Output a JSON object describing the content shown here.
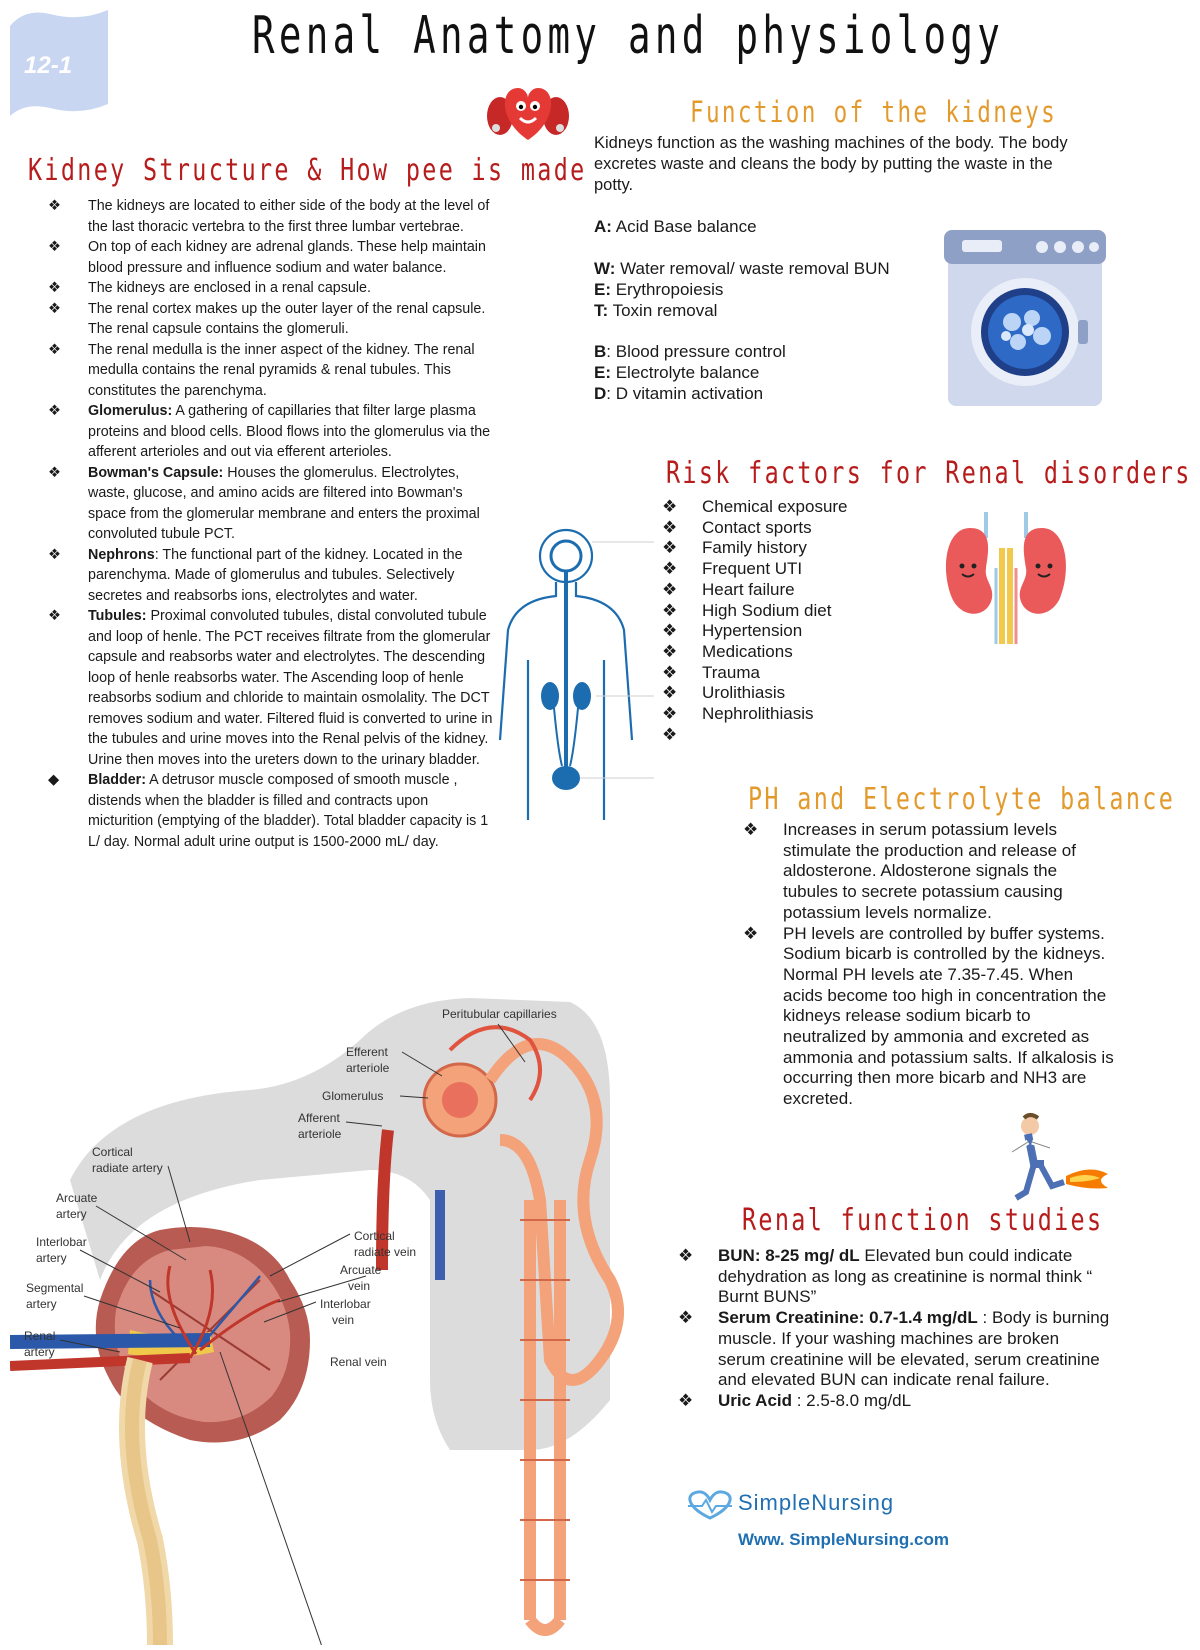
{
  "page_title": "Renal Anatomy and physiology",
  "page_tag": "12-1",
  "structure": {
    "heading": "Kidney Structure & How pee is made",
    "items": [
      {
        "bold": "",
        "text": "The kidneys are located to either side of the body at the level of the last thoracic vertebra to the first three lumbar vertebrae."
      },
      {
        "bold": "",
        "text": "On top of each kidney are adrenal glands. These help maintain blood pressure and influence sodium and water balance."
      },
      {
        "bold": "",
        "text": "The kidneys are enclosed in a renal capsule."
      },
      {
        "bold": "",
        "text": "The renal cortex makes up the outer layer of the renal capsule. The renal capsule contains the glomeruli."
      },
      {
        "bold": "",
        "text": "The renal medulla is the inner aspect of the kidney. The renal medulla contains the renal pyramids & renal tubules. This constitutes the parenchyma."
      },
      {
        "bold": "Glomerulus:",
        "text": " A gathering of capillaries that filter large plasma proteins and blood cells. Blood flows into the glomerulus via the afferent arterioles and out via efferent arterioles."
      },
      {
        "bold": "Bowman's Capsule:",
        "text": " Houses the glomerulus. Electrolytes, waste, glucose, and amino acids are filtered into Bowman's space from the glomerular membrane and enters the proximal convoluted tubule PCT."
      },
      {
        "bold": "Nephrons",
        "text": ": The functional part of the kidney. Located in the parenchyma. Made of glomerulus and tubules. Selectively secretes and reabsorbs ions, electrolytes and water."
      },
      {
        "bold": "Tubules:",
        "text": " Proximal convoluted tubules, distal convoluted tubule and loop of henle.  The PCT receives filtrate from the glomerular capsule and reabsorbs water and electrolytes. The descending loop of henle reabsorbs water. The Ascending loop of henle reabsorbs sodium and chloride to maintain osmolality. The DCT removes sodium and water. Filtered fluid is converted to urine in the tubules and urine moves into the Renal pelvis of the kidney. Urine then moves into the ureters down to the urinary bladder."
      }
    ],
    "last_item": {
      "bold": "Bladder:",
      "text": " A detrusor muscle composed of smooth muscle , distends when the bladder is filled and contracts upon micturition (emptying of the bladder). Total bladder capacity is 1 L/ day. Normal adult urine output is 1500-2000 mL/ day."
    }
  },
  "function": {
    "heading": "Function of the kidneys",
    "intro": "Kidneys function as the washing machines of the body. The body excretes waste and cleans the body by putting the waste in the potty.",
    "groups": [
      [
        {
          "letter": "A:",
          "text": " Acid Base balance"
        }
      ],
      [
        {
          "letter": "W:",
          "text": " Water removal/ waste removal BUN"
        },
        {
          "letter": "E:",
          "text": " Erythropoiesis"
        },
        {
          "letter": "T:",
          "text": " Toxin removal"
        }
      ],
      [
        {
          "letter": "B",
          "text": ": Blood pressure control"
        },
        {
          "letter": "E:",
          "text": " Electrolyte balance"
        },
        {
          "letter": "D",
          "text": ": D vitamin activation"
        }
      ]
    ]
  },
  "risk": {
    "heading": "Risk factors for Renal disorders",
    "items": [
      "Chemical exposure",
      "Contact sports",
      "Family history",
      "Frequent UTI",
      "Heart failure",
      "High Sodium diet",
      "Hypertension",
      "Medications",
      "Trauma",
      "Urolithiasis",
      "Nephrolithiasis",
      ""
    ]
  },
  "ph": {
    "heading": "PH and Electrolyte balance",
    "items": [
      "Increases in serum potassium levels stimulate the production and release of aldosterone. Aldosterone signals the tubules to secrete potassium causing potassium levels normalize.",
      "PH levels are controlled by buffer systems. Sodium bicarb is controlled by the kidneys. Normal PH levels ate 7.35-7.45. When acids become too high in concentration the kidneys release sodium bicarb to neutralized by ammonia and excreted as ammonia and potassium salts. If alkalosis is occurring then more bicarb and NH3 are excreted."
    ]
  },
  "studies": {
    "heading": "Renal function studies",
    "items": [
      {
        "bold": "BUN: 8-25 mg/ dL",
        "text": " Elevated bun could indicate dehydration  as long as creatinine is normal think “ Burnt BUNS”"
      },
      {
        "bold": "Serum Creatinine: 0.7-1.4 mg/dL",
        "text": " : Body is burning muscle. If your washing machines are broken serum creatinine will be elevated, serum creatinine and elevated BUN can indicate renal failure."
      },
      {
        "bold": "Uric Acid",
        "text": " : 2.5-8.0 mg/dL"
      }
    ]
  },
  "diagram_labels": {
    "peritubular": "Peritubular capillaries",
    "efferent1": "Efferent",
    "efferent2": "arteriole",
    "glomerulus": "Glomerulus",
    "afferent1": "Afferent",
    "afferent2": "arteriole",
    "cortical1": "Cortical",
    "cortical2": "radiate artery",
    "arcuate1": "Arcuate",
    "arcuate2": "artery",
    "interlobar1": "Interlobar",
    "interlobar2": "artery",
    "segmental1": "Segmental",
    "segmental2": "artery",
    "renal_artery1": "Renal",
    "renal_artery2": "artery",
    "cvein1": "Cortical",
    "cvein2": "radiate vein",
    "avein1": "Arcuate",
    "avein2": "vein",
    "ivein1": "Interlobar",
    "ivein2": "vein",
    "renal_vein": "Renal vein"
  },
  "brand": {
    "name": "SimpleNursing",
    "url": "Www. SimpleNursing.com"
  },
  "colors": {
    "red_heading": "#b71c1c",
    "orange_heading": "#e39a2d",
    "brand_blue": "#1f6fb2",
    "body_blue": "#1c6db0"
  },
  "icons": [
    "kidney-heart-mascot-icon",
    "washing-machine-icon",
    "kidneys-cartoon-icon",
    "running-man-icon",
    "heart-logo-icon"
  ]
}
